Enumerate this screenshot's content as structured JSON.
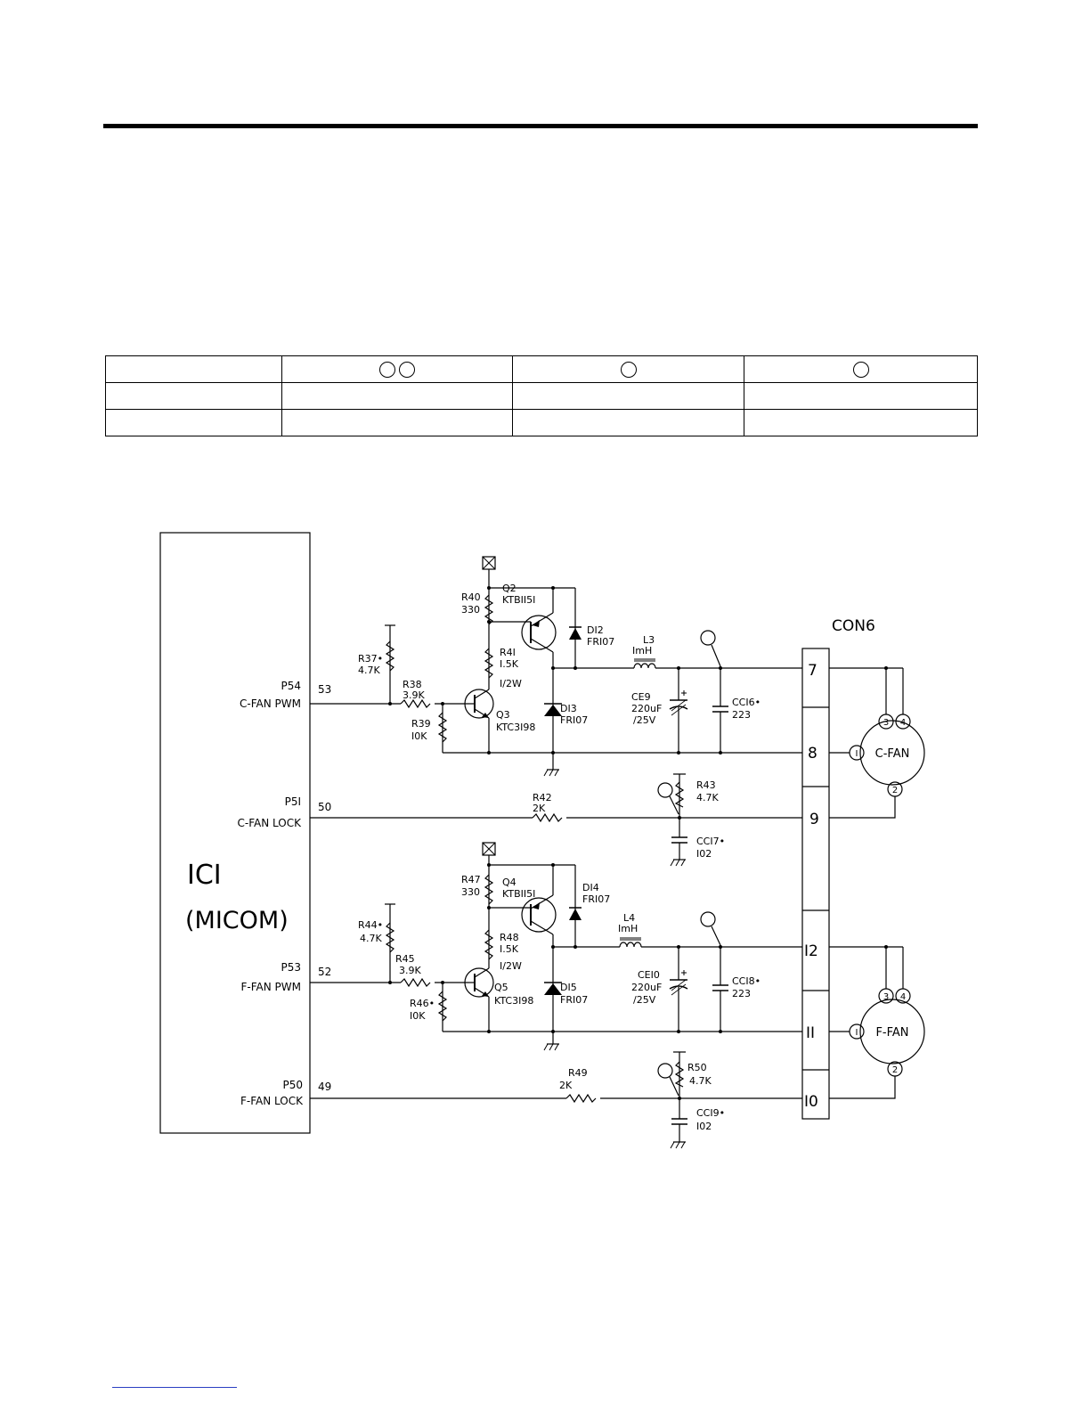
{
  "table": {
    "header_col1": "",
    "rows": [
      [
        "",
        "",
        "",
        ""
      ],
      [
        "",
        "",
        "",
        ""
      ]
    ]
  },
  "ic": {
    "line1": "ICI",
    "line2": "(MICOM)"
  },
  "pins": [
    {
      "port": "P54",
      "func": "C-FAN PWM",
      "num": "53"
    },
    {
      "port": "P5I",
      "func": "C-FAN LOCK",
      "num": "50"
    },
    {
      "port": "P53",
      "func": "F-FAN PWM",
      "num": "52"
    },
    {
      "port": "P50",
      "func": "F-FAN LOCK",
      "num": "49"
    }
  ],
  "connector": {
    "name": "CON6",
    "pins": [
      "7",
      "8",
      "9",
      "I2",
      "II",
      "I0"
    ]
  },
  "cfan": {
    "r37": [
      "R37•",
      "4.7K"
    ],
    "r38": [
      "R38",
      "3.9K"
    ],
    "r39": [
      "R39",
      "I0K"
    ],
    "r40": [
      "R40",
      "330"
    ],
    "q2": [
      "Q2",
      "KTBII5I"
    ],
    "r41": [
      "R4I",
      "I.5K",
      "I/2W"
    ],
    "q3": [
      "Q3",
      "KTC3I98"
    ],
    "d12": [
      "DI2",
      "FRI07"
    ],
    "d13": [
      "DI3",
      "FRI07"
    ],
    "l3": [
      "L3",
      "ImH"
    ],
    "ce9": [
      "CE9",
      "220uF",
      "/25V"
    ],
    "cc16": [
      "CCI6•",
      "223"
    ],
    "r42": [
      "R42",
      "2K"
    ],
    "r43": [
      "R43",
      "4.7K"
    ],
    "cc17": [
      "CCI7•",
      "I02"
    ],
    "fan": "C-FAN"
  },
  "ffan": {
    "r44": [
      "R44•",
      "4.7K"
    ],
    "r45": [
      "R45",
      "3.9K"
    ],
    "r46": [
      "R46•",
      "I0K"
    ],
    "r47": [
      "R47",
      "330"
    ],
    "q4": [
      "Q4",
      "KTBII5I"
    ],
    "r48": [
      "R48",
      "I.5K",
      "I/2W"
    ],
    "q5": [
      "Q5",
      "KTC3I98"
    ],
    "d14": [
      "DI4",
      "FRI07"
    ],
    "d15": [
      "DI5",
      "FRI07"
    ],
    "l4": [
      "L4",
      "ImH"
    ],
    "ce10": [
      "CEI0",
      "220uF",
      "/25V"
    ],
    "cc18": [
      "CCI8•",
      "223"
    ],
    "r49": [
      "R49",
      "2K"
    ],
    "r50": [
      "R50",
      "4.7K"
    ],
    "cc19": [
      "CCI9•",
      "I02"
    ],
    "fan": "F-FAN"
  },
  "fan_pins": {
    "p1": "I",
    "p2": "2",
    "p3": "3",
    "p4": "4"
  }
}
